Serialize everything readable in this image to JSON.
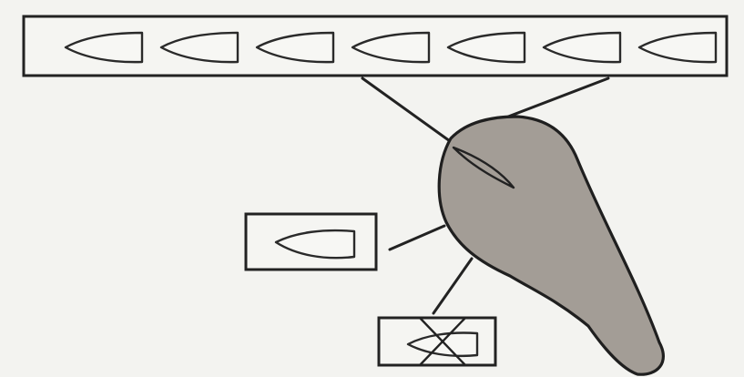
{
  "diagram": {
    "colors": {
      "paper": "#f3f3f0",
      "ink": "#222222",
      "shape_fill": "#a39d96",
      "box_fill": "#f5f5f2"
    },
    "top_row": {
      "bullet_count": 7
    },
    "shapes": [
      "shaded-bulb-shape",
      "bullet-row-box",
      "single-bullet-box",
      "crossed-bullet-box"
    ],
    "crossed_box_marked": true
  }
}
